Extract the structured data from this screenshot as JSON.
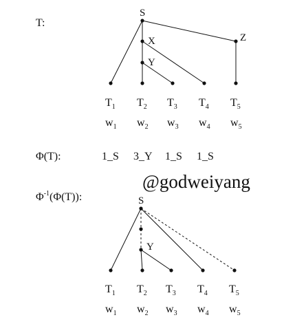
{
  "colors": {
    "ink": "#111111",
    "background": "#ffffff"
  },
  "tree_label": "T:",
  "phi_label": "Φ(T):",
  "phi_values": [
    "1_S",
    "3_Y",
    "1_S",
    "1_S"
  ],
  "inverse_label": {
    "phi": "Φ",
    "sup": "-1",
    "rest": "(Φ(T)):"
  },
  "watermark": "@godweiyang",
  "tree_top": {
    "nodes": [
      {
        "id": "S",
        "label": "S"
      },
      {
        "id": "X",
        "label": "X"
      },
      {
        "id": "Y",
        "label": "Y"
      },
      {
        "id": "Z",
        "label": "Z"
      },
      {
        "id": "t1",
        "label": ""
      },
      {
        "id": "t2",
        "label": ""
      },
      {
        "id": "t3",
        "label": ""
      },
      {
        "id": "t4",
        "label": ""
      },
      {
        "id": "t5",
        "label": ""
      }
    ],
    "edges": [
      {
        "from": "S",
        "to": "t1",
        "style": "solid"
      },
      {
        "from": "S",
        "to": "X",
        "style": "solid"
      },
      {
        "from": "S",
        "to": "Z",
        "style": "solid"
      },
      {
        "from": "X",
        "to": "Y",
        "style": "solid"
      },
      {
        "from": "X",
        "to": "t4",
        "style": "solid"
      },
      {
        "from": "Y",
        "to": "t2",
        "style": "solid"
      },
      {
        "from": "Y",
        "to": "t3",
        "style": "solid"
      },
      {
        "from": "Z",
        "to": "t5",
        "style": "solid"
      }
    ],
    "tags": [
      {
        "base": "T",
        "sub": "1"
      },
      {
        "base": "T",
        "sub": "2"
      },
      {
        "base": "T",
        "sub": "3"
      },
      {
        "base": "T",
        "sub": "4"
      },
      {
        "base": "T",
        "sub": "5"
      }
    ],
    "words": [
      {
        "base": "w",
        "sub": "1"
      },
      {
        "base": "w",
        "sub": "2"
      },
      {
        "base": "w",
        "sub": "3"
      },
      {
        "base": "w",
        "sub": "4"
      },
      {
        "base": "w",
        "sub": "5"
      }
    ]
  },
  "tree_bottom": {
    "nodes": [
      {
        "id": "S",
        "label": "S"
      },
      {
        "id": "m",
        "label": ""
      },
      {
        "id": "Y",
        "label": "Y"
      },
      {
        "id": "t1",
        "label": ""
      },
      {
        "id": "t2",
        "label": ""
      },
      {
        "id": "t3",
        "label": ""
      },
      {
        "id": "t4",
        "label": ""
      },
      {
        "id": "t5",
        "label": ""
      }
    ],
    "edges": [
      {
        "from": "S",
        "to": "t1",
        "style": "solid"
      },
      {
        "from": "S",
        "to": "m",
        "style": "dashed"
      },
      {
        "from": "S",
        "to": "t4",
        "style": "solid"
      },
      {
        "from": "S",
        "to": "t5",
        "style": "dashed"
      },
      {
        "from": "m",
        "to": "Y",
        "style": "dashed"
      },
      {
        "from": "Y",
        "to": "t2",
        "style": "solid"
      },
      {
        "from": "Y",
        "to": "t3",
        "style": "solid"
      }
    ],
    "tags": [
      {
        "base": "T",
        "sub": "1"
      },
      {
        "base": "T",
        "sub": "2"
      },
      {
        "base": "T",
        "sub": "3"
      },
      {
        "base": "T",
        "sub": "4"
      },
      {
        "base": "T",
        "sub": "5"
      }
    ],
    "words": [
      {
        "base": "w",
        "sub": "1"
      },
      {
        "base": "w",
        "sub": "2"
      },
      {
        "base": "w",
        "sub": "3"
      },
      {
        "base": "w",
        "sub": "4"
      },
      {
        "base": "w",
        "sub": "5"
      }
    ]
  }
}
